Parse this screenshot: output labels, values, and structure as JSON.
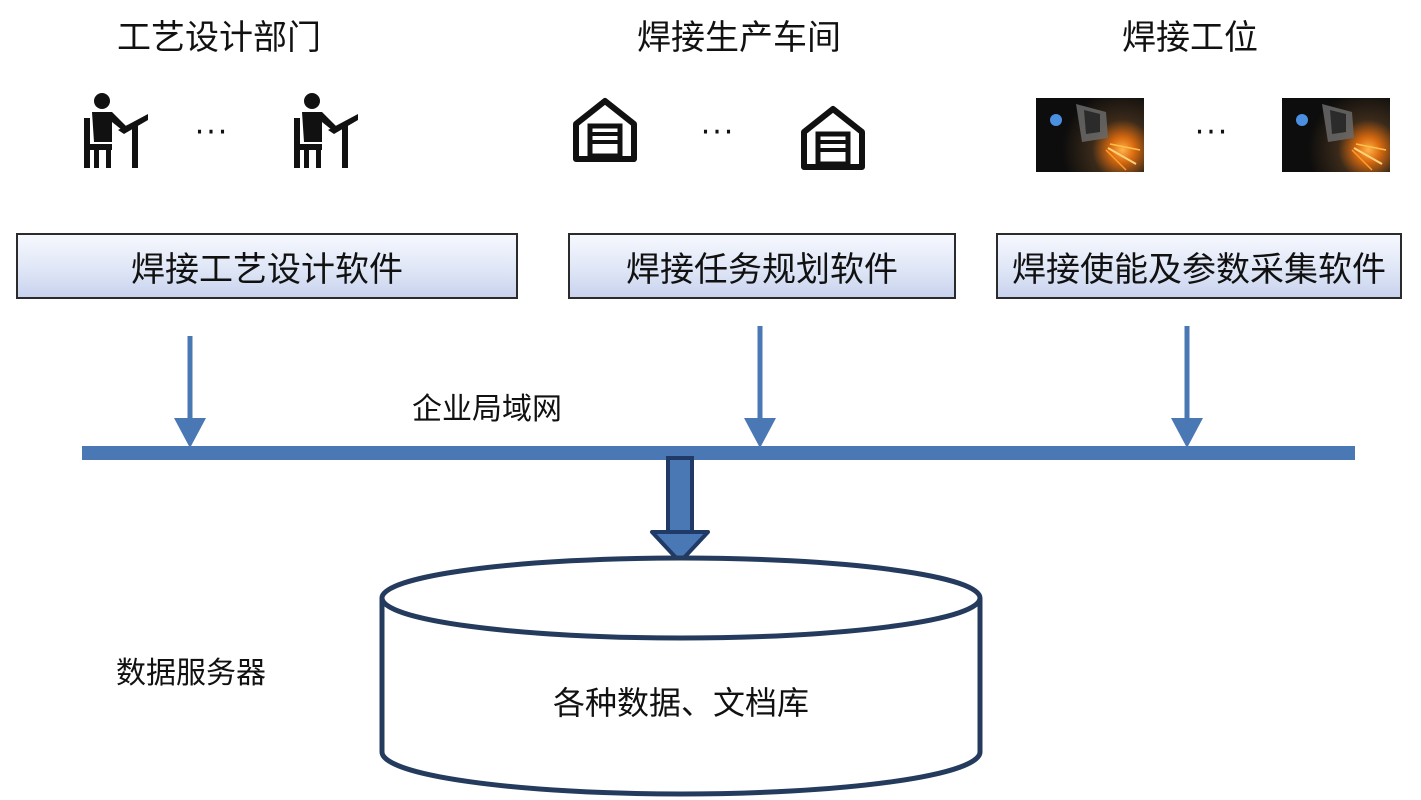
{
  "columns": [
    {
      "title": "工艺设计部门",
      "icon": "worker-at-desk-icon",
      "software": "焊接工艺设计软件"
    },
    {
      "title": "焊接生产车间",
      "icon": "workshop-building-icon",
      "software": "焊接任务规划软件"
    },
    {
      "title": "焊接工位",
      "icon": "welding-photo-icon",
      "software": "焊接使能及参数采集软件"
    }
  ],
  "ellipsis": "···",
  "network": {
    "label": "企业局域网",
    "color": "#4a78b5"
  },
  "server": {
    "label": "数据服务器",
    "db_label": "各种数据、文档库",
    "outline_color": "#243b5e"
  }
}
